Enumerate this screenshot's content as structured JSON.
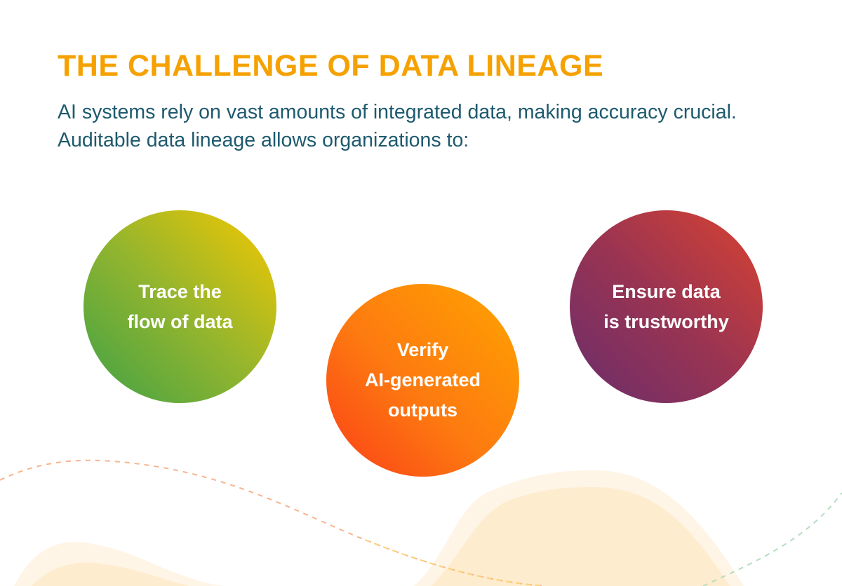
{
  "title": "THE CHALLENGE OF DATA LINEAGE",
  "intro": "AI systems rely on vast amounts of integrated data, making accuracy crucial. Auditable data lineage allows organizations to:",
  "items": [
    {
      "line1": "Trace the",
      "line2": "flow of data"
    },
    {
      "line1": "Verify",
      "line2": "AI-generated",
      "line3": "outputs"
    },
    {
      "line1": "Ensure data",
      "line2": "is trustworthy"
    }
  ],
  "colors": {
    "title": "#f5a100",
    "text": "#1d5a6e"
  }
}
